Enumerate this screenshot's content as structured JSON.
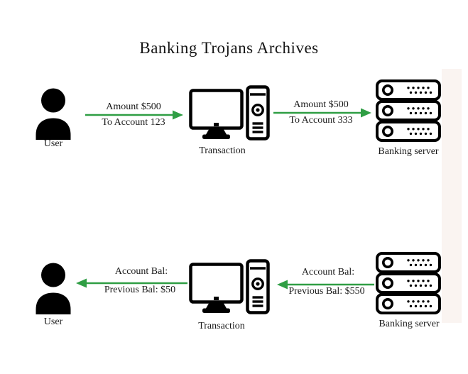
{
  "title": "Banking Trojans Archives",
  "colors": {
    "background": "#ffffff",
    "arrow_green": "#2f9e44",
    "icon_black": "#000000",
    "highlight_strip": "#faf4f1",
    "text": "#141414"
  },
  "top_flow": {
    "user": {
      "label": "User"
    },
    "transaction": {
      "label": "Transaction"
    },
    "server": {
      "label": "Banking server"
    },
    "user_to_transaction": {
      "text_top": "Amount $500",
      "text_bottom": "To Account 123",
      "direction": "right"
    },
    "transaction_to_server": {
      "text_top": "Amount $500",
      "text_bottom": "To Account 333",
      "direction": "right"
    }
  },
  "bottom_flow": {
    "server": {
      "label": "Banking server"
    },
    "transaction": {
      "label": "Transaction"
    },
    "user": {
      "label": "User"
    },
    "server_to_transaction": {
      "text_top": "Account Bal:",
      "text_bottom": "Previous Bal: $550",
      "direction": "left"
    },
    "transaction_to_user": {
      "text_top": "Account Bal:",
      "text_bottom": "Previous Bal: $50",
      "direction": "left"
    }
  }
}
